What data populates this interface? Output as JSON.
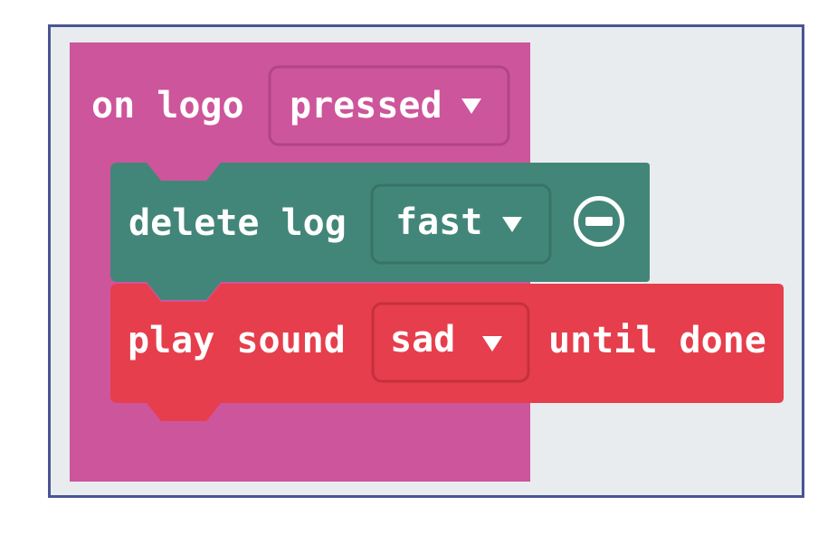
{
  "colors": {
    "workspace_bg": "#e8ecef",
    "workspace_border": "#4a5494",
    "event_block": "#cd559b",
    "datalog_block": "#428679",
    "music_block": "#e63e4c",
    "text": "#ffffff"
  },
  "event_block": {
    "prefix": "on logo",
    "dropdown_value": "pressed"
  },
  "datalog_block": {
    "prefix": "delete log",
    "dropdown_value": "fast",
    "button_icon": "minus-circle-icon"
  },
  "music_block": {
    "prefix": "play sound",
    "dropdown_value": "sad",
    "suffix": "until done"
  }
}
